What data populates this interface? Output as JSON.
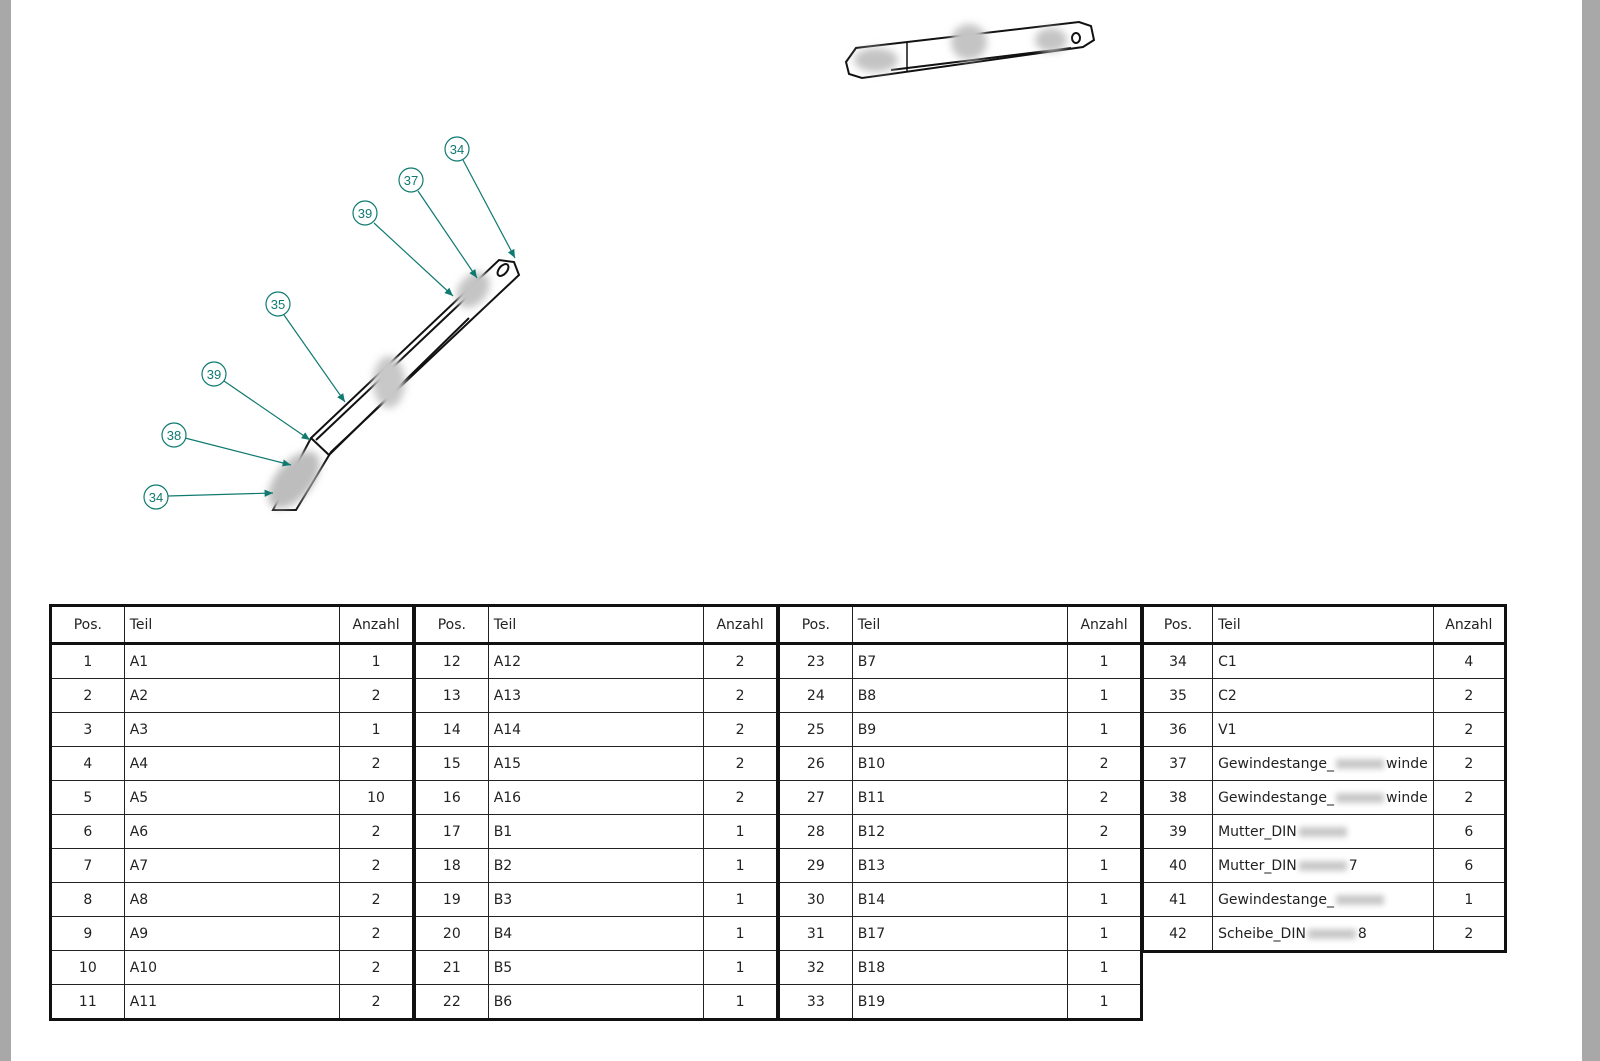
{
  "drawing": {
    "balloons_left_view": [
      "34",
      "37",
      "39",
      "35",
      "39",
      "38",
      "34"
    ]
  },
  "bom": {
    "headers": {
      "pos": "Pos.",
      "teil": "Teil",
      "anzahl": "Anzahl"
    },
    "tables": [
      {
        "rows": [
          {
            "pos": "1",
            "teil": "A1",
            "anzahl": "1"
          },
          {
            "pos": "2",
            "teil": "A2",
            "anzahl": "2"
          },
          {
            "pos": "3",
            "teil": "A3",
            "anzahl": "1"
          },
          {
            "pos": "4",
            "teil": "A4",
            "anzahl": "2"
          },
          {
            "pos": "5",
            "teil": "A5",
            "anzahl": "10"
          },
          {
            "pos": "6",
            "teil": "A6",
            "anzahl": "2"
          },
          {
            "pos": "7",
            "teil": "A7",
            "anzahl": "2"
          },
          {
            "pos": "8",
            "teil": "A8",
            "anzahl": "2"
          },
          {
            "pos": "9",
            "teil": "A9",
            "anzahl": "2"
          },
          {
            "pos": "10",
            "teil": "A10",
            "anzahl": "2"
          },
          {
            "pos": "11",
            "teil": "A11",
            "anzahl": "2"
          }
        ]
      },
      {
        "rows": [
          {
            "pos": "12",
            "teil": "A12",
            "anzahl": "2"
          },
          {
            "pos": "13",
            "teil": "A13",
            "anzahl": "2"
          },
          {
            "pos": "14",
            "teil": "A14",
            "anzahl": "2"
          },
          {
            "pos": "15",
            "teil": "A15",
            "anzahl": "2"
          },
          {
            "pos": "16",
            "teil": "A16",
            "anzahl": "2"
          },
          {
            "pos": "17",
            "teil": "B1",
            "anzahl": "1"
          },
          {
            "pos": "18",
            "teil": "B2",
            "anzahl": "1"
          },
          {
            "pos": "19",
            "teil": "B3",
            "anzahl": "1"
          },
          {
            "pos": "20",
            "teil": "B4",
            "anzahl": "1"
          },
          {
            "pos": "21",
            "teil": "B5",
            "anzahl": "1"
          },
          {
            "pos": "22",
            "teil": "B6",
            "anzahl": "1"
          }
        ]
      },
      {
        "rows": [
          {
            "pos": "23",
            "teil": "B7",
            "anzahl": "1"
          },
          {
            "pos": "24",
            "teil": "B8",
            "anzahl": "1"
          },
          {
            "pos": "25",
            "teil": "B9",
            "anzahl": "1"
          },
          {
            "pos": "26",
            "teil": "B10",
            "anzahl": "2"
          },
          {
            "pos": "27",
            "teil": "B11",
            "anzahl": "2"
          },
          {
            "pos": "28",
            "teil": "B12",
            "anzahl": "2"
          },
          {
            "pos": "29",
            "teil": "B13",
            "anzahl": "1"
          },
          {
            "pos": "30",
            "teil": "B14",
            "anzahl": "1"
          },
          {
            "pos": "31",
            "teil": "B17",
            "anzahl": "1"
          },
          {
            "pos": "32",
            "teil": "B18",
            "anzahl": "1"
          },
          {
            "pos": "33",
            "teil": "B19",
            "anzahl": "1"
          }
        ]
      },
      {
        "rows": [
          {
            "pos": "34",
            "teil": "C1",
            "anzahl": "4"
          },
          {
            "pos": "35",
            "teil": "C2",
            "anzahl": "2"
          },
          {
            "pos": "36",
            "teil": "V1",
            "anzahl": "2"
          },
          {
            "pos": "37",
            "teil_prefix": "Gewindestange_",
            "teil_suffix": "winde",
            "anzahl": "2"
          },
          {
            "pos": "38",
            "teil_prefix": "Gewindestange_",
            "teil_suffix": "winde",
            "anzahl": "2"
          },
          {
            "pos": "39",
            "teil_prefix": "Mutter_DIN",
            "teil_suffix": "",
            "anzahl": "6"
          },
          {
            "pos": "40",
            "teil_prefix": "Mutter_DIN",
            "teil_suffix": "7",
            "anzahl": "6"
          },
          {
            "pos": "41",
            "teil_prefix": "Gewindestange_",
            "teil_suffix": "",
            "anzahl": "1"
          },
          {
            "pos": "42",
            "teil_prefix": "Scheibe_DIN",
            "teil_suffix": "8",
            "anzahl": "2"
          }
        ]
      }
    ]
  }
}
